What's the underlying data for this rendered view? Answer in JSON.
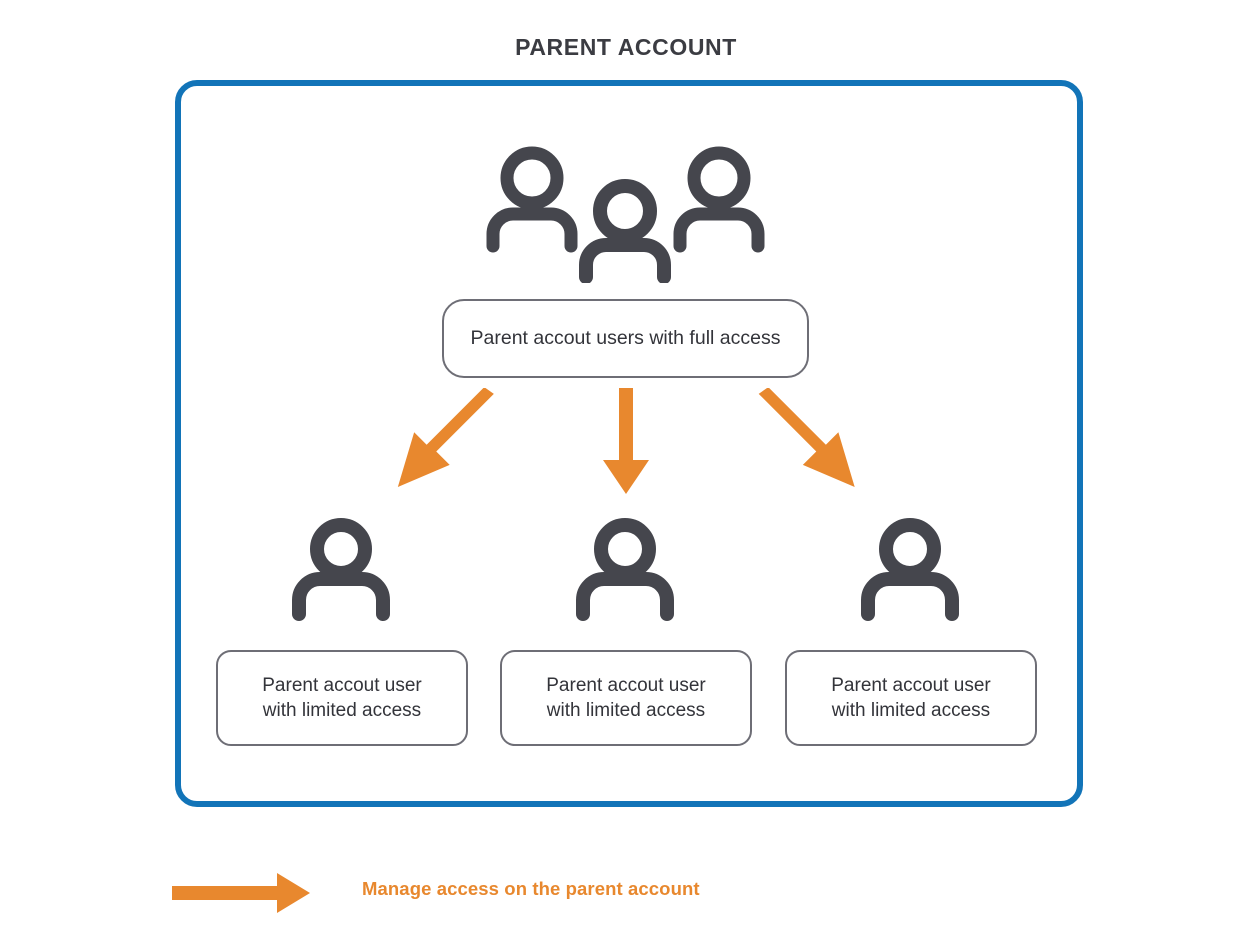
{
  "title": "PARENT ACCOUNT",
  "colors": {
    "container_border": "#1274b8",
    "box_border": "#6e6e76",
    "icon": "#45464d",
    "arrow": "#e8882e",
    "title_text": "#3b3c42",
    "box_text": "#33343a",
    "legend_text": "#e8882e",
    "background": "#ffffff"
  },
  "diagram": {
    "top_node": {
      "icon": "users-group-icon",
      "label": "Parent accout users with full access"
    },
    "arrows": [
      {
        "name": "arrow-to-child-1",
        "direction": "down-left"
      },
      {
        "name": "arrow-to-child-2",
        "direction": "down"
      },
      {
        "name": "arrow-to-child-3",
        "direction": "down-right"
      }
    ],
    "child_nodes": [
      {
        "icon": "user-icon",
        "label_line1": "Parent accout user",
        "label_line2": "with limited access"
      },
      {
        "icon": "user-icon",
        "label_line1": "Parent accout user",
        "label_line2": "with limited access"
      },
      {
        "icon": "user-icon",
        "label_line1": "Parent accout user",
        "label_line2": "with limited access"
      }
    ]
  },
  "legend": {
    "arrow_icon": "right-arrow-icon",
    "label": "Manage access on the parent account"
  }
}
